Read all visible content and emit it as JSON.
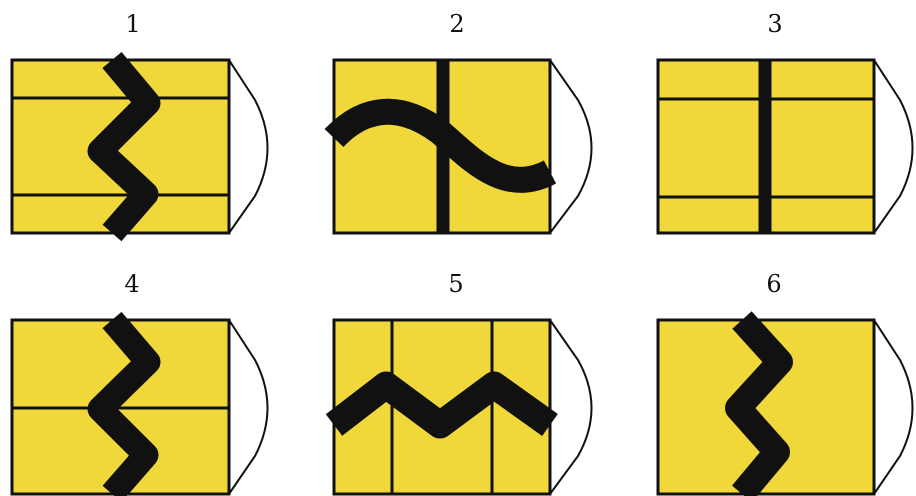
{
  "colors": {
    "sign_fill": "#f1d83a",
    "line": "#111111",
    "background": "#ffffff"
  },
  "signs": [
    {
      "number": "1",
      "icon": "winding-road-vertical-two-crossings"
    },
    {
      "number": "2",
      "icon": "wavy-road-horizontal-straight-vertical"
    },
    {
      "number": "3",
      "icon": "straight-road-vertical-two-crossings"
    },
    {
      "number": "4",
      "icon": "winding-road-vertical-one-crossing"
    },
    {
      "number": "5",
      "icon": "zigzag-road-horizontal-two-crossings"
    },
    {
      "number": "6",
      "icon": "winding-road-vertical"
    }
  ]
}
